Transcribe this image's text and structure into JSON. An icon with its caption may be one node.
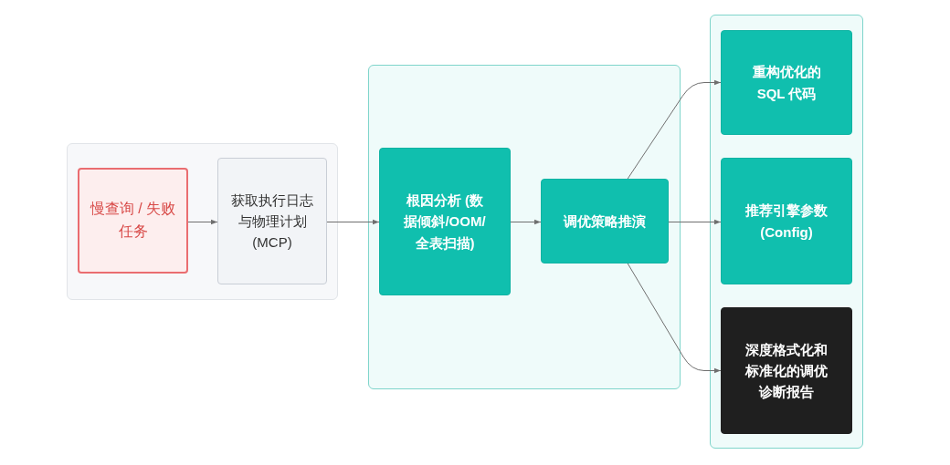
{
  "diagram": {
    "nodes": [
      {
        "text": [],
        "shape": "box"
      },
      {
        "text": [
          "慢查询 / 失败任务"
        ],
        "in": 0
      },
      {
        "text": [
          "获取执行日志与物理计划 (MCP)"
        ],
        "in": 0
      },
      {
        "text": [],
        "shape": "box"
      },
      {
        "text": [
          "根因分析 (数据倾斜/OOM/全表扫描)"
        ],
        "in": 3
      },
      {
        "text": [
          "调优策略推演"
        ],
        "in": 3
      },
      {
        "text": [],
        "shape": "box"
      },
      {
        "text": [
          "重构优化的 SQL 代码"
        ],
        "in": 6
      },
      {
        "text": [
          "推荐引擎参数 (Config)"
        ],
        "in": 6
      },
      {
        "text": [
          "深度格式化和标准化的调优诊断报告"
        ],
        "in": 6
      }
    ],
    "edges": [
      {
        "from": 1,
        "to": 2,
        "arrow": "to"
      },
      {
        "from": 2,
        "to": 4,
        "arrow": "to"
      },
      {
        "from": 4,
        "to": 5,
        "arrow": "to"
      },
      {
        "from": 5,
        "to": 7,
        "arrow": "to"
      },
      {
        "from": 5,
        "to": 8,
        "arrow": "to"
      },
      {
        "from": 5,
        "to": 9,
        "arrow": "to"
      }
    ]
  }
}
